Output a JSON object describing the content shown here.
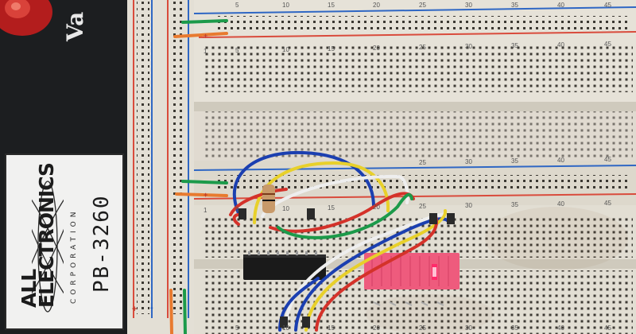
{
  "power_supply": {
    "label_fragment": "Va"
  },
  "brand_card": {
    "brand_name": "ALL\nELECTRONICS",
    "brand_subline": "CORPORATION",
    "model": "PB-3260"
  },
  "rail_signs": {
    "left_plus": "+",
    "left_minus": "-",
    "upper_plus": "+",
    "lower_plus": "+"
  },
  "column_numbers": {
    "upper_top": [
      "5",
      "10",
      "15",
      "20",
      "25",
      "30",
      "35",
      "40",
      "45"
    ],
    "upper_bottom": [
      "1",
      "5",
      "10",
      "15",
      "20",
      "25",
      "30",
      "35",
      "40",
      "45"
    ],
    "lower_top": [
      "25",
      "30",
      "35",
      "40",
      "45"
    ],
    "lower_mid": [
      "1",
      "5",
      "10",
      "15",
      "20",
      "25",
      "30",
      "35",
      "40",
      "45"
    ],
    "lower_bottom": [
      "5",
      "10",
      "15",
      "20",
      "25",
      "30",
      "35",
      "40",
      "45"
    ]
  },
  "components": {
    "ic_chip": "dip-ic",
    "bar_graph": "led-bar-graph",
    "bar_graph_color": "#ee5b7d",
    "lit_segment_color": "#ff2a6a"
  },
  "wire_colors": {
    "blue": "#1b3fb0",
    "yellow": "#e8d02a",
    "red": "#d4322a",
    "green": "#1c9a4a",
    "white": "#eeeeee",
    "orange": "#e87a2f"
  }
}
